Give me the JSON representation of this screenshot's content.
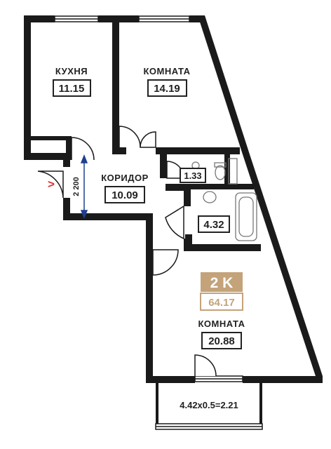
{
  "rooms": {
    "kitchen": {
      "name": "КУХНЯ",
      "area": "11.15"
    },
    "room1": {
      "name": "КОМНАТА",
      "area": "14.19"
    },
    "corridor": {
      "name": "КОРИДОР",
      "area": "10.09"
    },
    "wc": {
      "area": "1.33"
    },
    "bath": {
      "area": "4.32"
    },
    "room2": {
      "name": "КОМНАТА",
      "area": "20.88"
    },
    "balcony": {
      "formula": "4.42x0.5=2.21"
    }
  },
  "apartment": {
    "type": "2 K",
    "total_area": "64.17"
  },
  "dimension": {
    "corridor_width": "2 200"
  },
  "entrance_marker": ">",
  "colors": {
    "wall": "#1a1a1a",
    "accent": "#c4a37a",
    "dimension": "#1f3f8f",
    "entrance": "#e03030",
    "fixture": "#777777"
  }
}
